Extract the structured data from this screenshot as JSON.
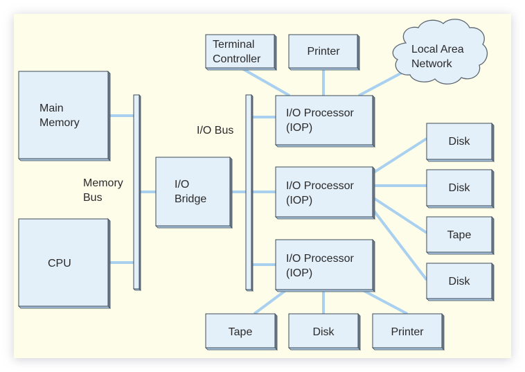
{
  "diagram": {
    "title": "I/O system architecture",
    "colors": {
      "panel": "#fefdea",
      "box_fill": "#e3eff9",
      "box_edge": "#6f7d8c",
      "box_outline": "#3d4a57",
      "connector": "#a9d0ef",
      "bus_fill": "#e8eef4",
      "text": "#2a2a2a"
    },
    "nodes": {
      "main_memory": {
        "label": "Main\nMemory"
      },
      "cpu": {
        "label": "CPU"
      },
      "io_bridge": {
        "label": "I/O\nBridge"
      },
      "memory_bus": {
        "label": "Memory\nBus"
      },
      "io_bus": {
        "label": "I/O Bus"
      },
      "terminal_controller": {
        "label": "Terminal\nController"
      },
      "printer_top": {
        "label": "Printer"
      },
      "lan": {
        "label": "Local Area\nNetwork"
      },
      "iop1": {
        "label": "I/O Processor\n(IOP)"
      },
      "iop2": {
        "label": "I/O Processor\n(IOP)"
      },
      "iop3": {
        "label": "I/O Processor\n(IOP)"
      },
      "disk_r1": {
        "label": "Disk"
      },
      "disk_r2": {
        "label": "Disk"
      },
      "tape_r3": {
        "label": "Tape"
      },
      "disk_r4": {
        "label": "Disk"
      },
      "tape_bottom": {
        "label": "Tape"
      },
      "disk_bottom": {
        "label": "Disk"
      },
      "printer_bottom": {
        "label": "Printer"
      }
    },
    "edges": [
      [
        "main_memory",
        "memory_bus"
      ],
      [
        "cpu",
        "memory_bus"
      ],
      [
        "memory_bus",
        "io_bridge"
      ],
      [
        "io_bridge",
        "io_bus"
      ],
      [
        "io_bus",
        "iop1"
      ],
      [
        "io_bus",
        "iop2"
      ],
      [
        "io_bus",
        "iop3"
      ],
      [
        "iop1",
        "terminal_controller"
      ],
      [
        "iop1",
        "printer_top"
      ],
      [
        "iop1",
        "lan"
      ],
      [
        "iop2",
        "disk_r1"
      ],
      [
        "iop2",
        "disk_r2"
      ],
      [
        "iop2",
        "tape_r3"
      ],
      [
        "iop2",
        "disk_r4"
      ],
      [
        "iop3",
        "tape_bottom"
      ],
      [
        "iop3",
        "disk_bottom"
      ],
      [
        "iop3",
        "printer_bottom"
      ]
    ]
  }
}
